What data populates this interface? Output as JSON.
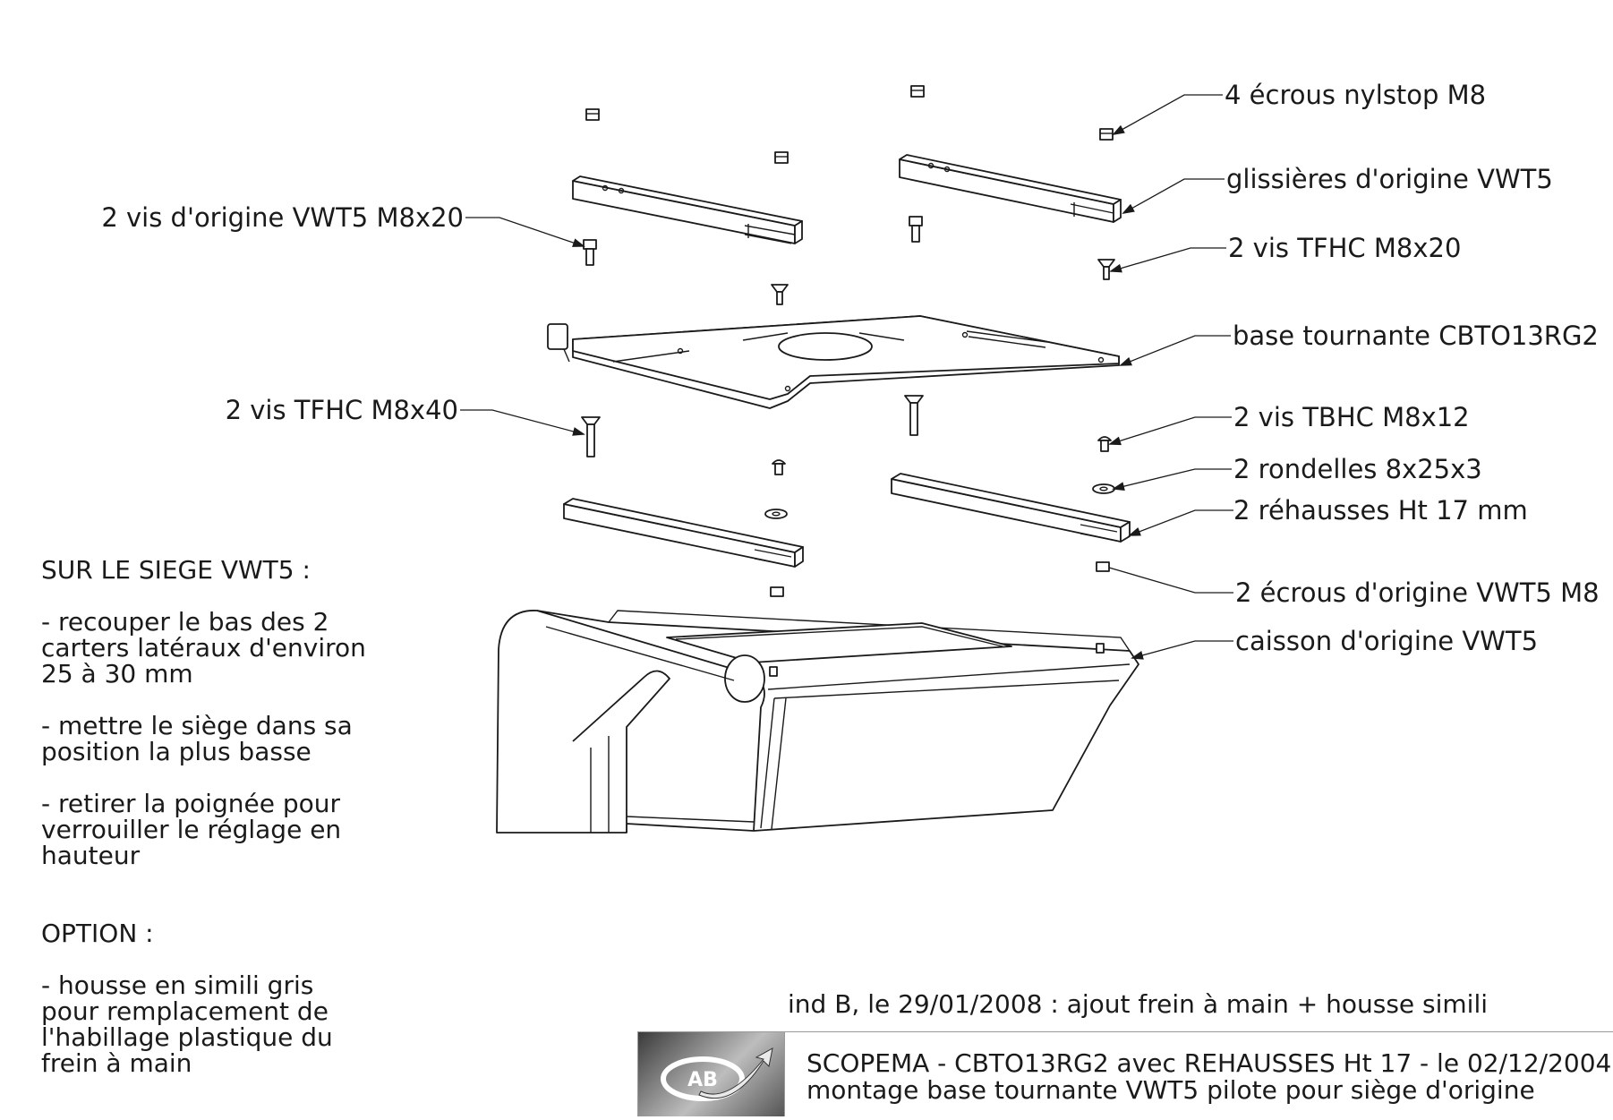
{
  "labels": {
    "ecrous_nylstop": "4 écrous nylstop M8",
    "glissieres": "glissières d'origine VWT5",
    "vis_origine": "2 vis d'origine VWT5 M8x20",
    "vis_tfhc_20": "2 vis TFHC M8x20",
    "base_tournante": "base tournante CBTO13RG2",
    "vis_tfhc_40": "2 vis TFHC M8x40",
    "vis_tbhc": "2 vis TBHC M8x12",
    "rondelles": "2 rondelles 8x25x3",
    "rehausses": "2 réhausses Ht 17 mm",
    "ecrous_origine": "2 écrous d'origine VWT5 M8",
    "caisson": "caisson d'origine VWT5"
  },
  "notes": {
    "heading": "SUR LE SIEGE VWT5 :",
    "item1": " - recouper le bas des 2\ncarters latéraux d'environ\n25 à 30 mm",
    "item2": " - mettre le siège dans sa\nposition la plus basse",
    "item3": " - retirer la poignée pour\nverrouiller le réglage en\nhauteur",
    "option_heading": "OPTION :",
    "option_item": " - housse en simili gris\npour remplacement de\nl'habillage plastique du\nfrein à main"
  },
  "revision": "ind B, le 29/01/2008 : ajout frein à main + housse simili",
  "title_block": {
    "line1": "SCOPEMA - CBTO13RG2 avec REHAUSSES Ht 17 - le 02/12/2004",
    "line2": "montage base tournante VWT5 pilote pour siège d'origine",
    "logo_text": "AB"
  }
}
